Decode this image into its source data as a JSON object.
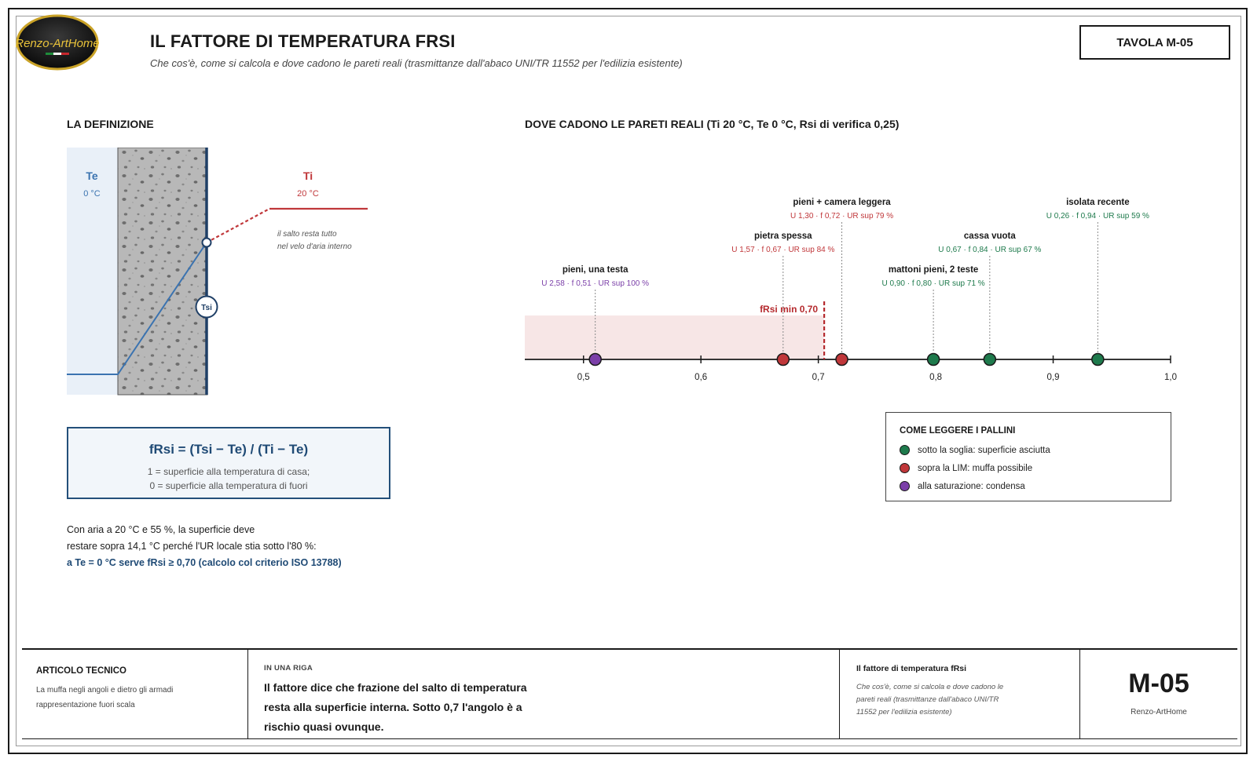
{
  "header": {
    "logo_text": "Renzo-ArtHome",
    "title": "IL FATTORE DI TEMPERATURA FRSI",
    "subtitle": "Che cos'è, come si calcola e dove cadono le pareti reali (trasmittanze dall'abaco UNI/TR 11552 per l'edilizia esistente)",
    "tavola": "TAVOLA M-05"
  },
  "definition": {
    "heading": "LA DEFINIZIONE",
    "te_label": "Te",
    "te_value": "0 °C",
    "ti_label": "Ti",
    "ti_value": "20 °C",
    "tsi_label": "Tsi",
    "note_line1": "il salto resta tutto",
    "note_line2": "nel velo d'aria interno",
    "formula": "fRsi = (Tsi − Te) / (Ti − Te)",
    "formula_note1": "1 = superficie alla temperatura di casa;",
    "formula_note2": "0 = superficie alla temperatura di fuori",
    "para_line1": "Con aria a 20 °C e 55 %, la superficie deve",
    "para_line2": "restare sopra 14,1 °C perché l'UR locale stia sotto l'80 %:",
    "para_line3": "a Te = 0 °C serve fRsi ≥ 0,70 (calcolo col criterio ISO 13788)"
  },
  "chart_heading": "DOVE CADONO LE PARETI REALI (Ti 20 °C, Te 0 °C, Rsi di verifica 0,25)",
  "chart_data": {
    "type": "scatter",
    "x_range": [
      0.45,
      1.0
    ],
    "ticks": [
      0.5,
      0.6,
      0.7,
      0.8,
      0.9,
      1.0
    ],
    "tick_labels": [
      "0,5",
      "0,6",
      "0,7",
      "0,8",
      "0,9",
      "1,0"
    ],
    "threshold": {
      "value": 0.705,
      "label": "fRsi min 0,70"
    },
    "points": [
      {
        "name": "pieni, una testa",
        "detail": "U 2,58 · f 0,51 · UR sup 100 %",
        "x": 0.51,
        "status": "condensa",
        "tier": 1
      },
      {
        "name": "pietra spessa",
        "detail": "U 1,57 · f 0,67 · UR sup 84 %",
        "x": 0.67,
        "status": "muffa",
        "tier": 2
      },
      {
        "name": "pieni + camera leggera",
        "detail": "U 1,30 · f 0,72 · UR sup 79 %",
        "x": 0.72,
        "status": "muffa",
        "tier": 3
      },
      {
        "name": "mattoni pieni, 2 teste",
        "detail": "U 0,90 · f 0,80 · UR sup 71 %",
        "x": 0.798,
        "status": "asciutta",
        "tier": 1
      },
      {
        "name": "cassa vuota",
        "detail": "U 0,67 · f 0,84 · UR sup 67 %",
        "x": 0.846,
        "status": "asciutta",
        "tier": 2
      },
      {
        "name": "isolata recente",
        "detail": "U 0,26 · f 0,94 · UR sup 59 %",
        "x": 0.938,
        "status": "asciutta",
        "tier": 3
      }
    ],
    "colors": {
      "asciutta": "#1e7a4c",
      "muffa": "#c0373a",
      "condensa": "#7b3fa8",
      "threshold": "#b52a2e",
      "band": "#f7e6e6"
    }
  },
  "legend": {
    "title": "COME LEGGERE I PALLINI",
    "items": [
      {
        "label": "sotto la soglia: superficie asciutta",
        "color": "#1e7a4c"
      },
      {
        "label": "sopra la LIM: muffa possibile",
        "color": "#c0373a"
      },
      {
        "label": "alla saturazione: condensa",
        "color": "#7b3fa8"
      }
    ]
  },
  "footer": {
    "article_label": "ARTICOLO TECNICO",
    "article_line1": "La muffa negli angoli e dietro gli armadi",
    "article_line2": "rappresentazione fuori scala",
    "in_una_riga": "IN UNA RIGA",
    "summary_line1": "Il fattore dice che frazione del salto di temperatura",
    "summary_line2": "resta alla superficie interna. Sotto 0,7 l'angolo è a",
    "summary_line3": "rischio quasi ovunque.",
    "ref_title": "Il fattore di temperatura fRsi",
    "ref_line1": "Che cos'è, come si calcola e dove cadono le",
    "ref_line2": "pareti reali (trasmittanze dall'abaco UNI/TR",
    "ref_line3": "11552 per l'edilizia esistente)",
    "code": "M-05",
    "brand": "Renzo-ArtHome"
  }
}
